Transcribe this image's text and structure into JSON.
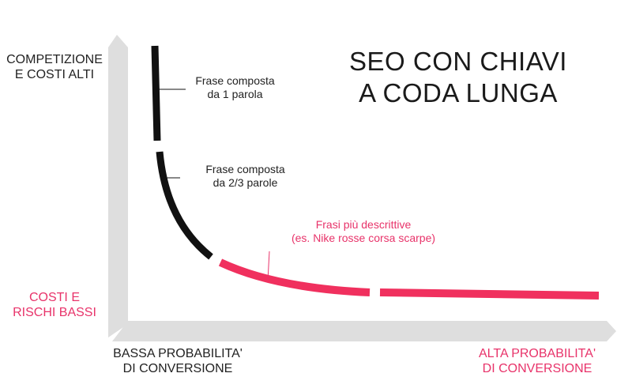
{
  "title": {
    "line1": "SEO CON CHIAVI",
    "line2": "A CODA LUNGA"
  },
  "y_axis": {
    "top_label": {
      "line1": "COMPETIZIONE",
      "line2": "E COSTI ALTI"
    },
    "bottom_label": {
      "line1": "COSTI E",
      "line2": "RISCHI BASSI"
    }
  },
  "x_axis": {
    "left_label": {
      "line1": "BASSA PROBABILITA'",
      "line2": "DI CONVERSIONE"
    },
    "right_label": {
      "line1": "ALTA PROBABILITA'",
      "line2": "DI CONVERSIONE"
    }
  },
  "annotations": [
    {
      "line1": "Frase composta",
      "line2": "da 1 parola"
    },
    {
      "line1": "Frase composta",
      "line2": "da 2/3 parole"
    },
    {
      "line1": "Frasi più descrittive",
      "line2": "(es. Nike rosse corsa scarpe)"
    }
  ],
  "colors": {
    "accent": "#f0305e",
    "curve_dark": "#111111",
    "axis": "#dedede",
    "text_pink": "#e8336a"
  }
}
